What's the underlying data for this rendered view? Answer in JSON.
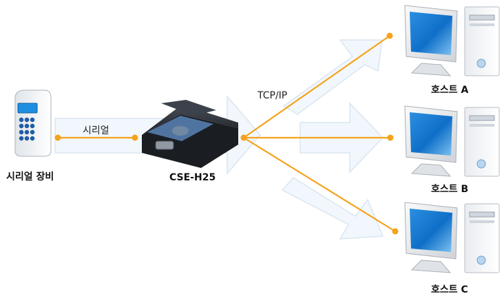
{
  "serial_device": {
    "label": "시리얼 장비"
  },
  "serial_link": {
    "label": "시리얼"
  },
  "converter": {
    "label": "CSE-H25"
  },
  "network": {
    "label": "TCP/IP"
  },
  "hosts": [
    {
      "label": "호스트 A"
    },
    {
      "label": "호스트 B"
    },
    {
      "label": "호스트 C"
    }
  ],
  "colors": {
    "line": "#f5a31c",
    "arrow_fill": "#f1f7fc",
    "arrow_stroke": "#d9e6f1"
  }
}
